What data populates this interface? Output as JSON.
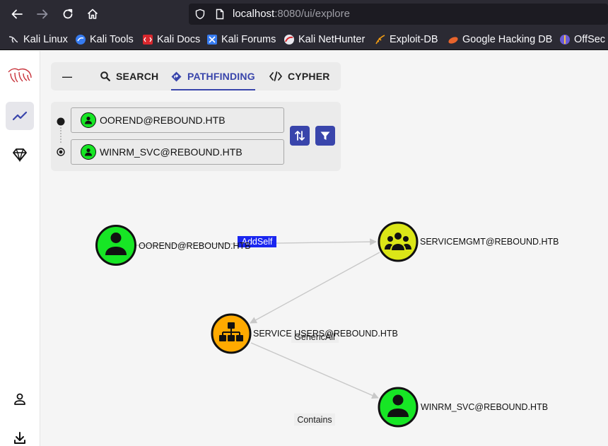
{
  "browser": {
    "url_host": "localhost",
    "url_rest": ":8080/ui/explore",
    "bookmarks": [
      {
        "label": "Kali Linux",
        "icon": "kali-dragon-icon"
      },
      {
        "label": "Kali Tools",
        "icon": "kali-tools-icon"
      },
      {
        "label": "Kali Docs",
        "icon": "kali-docs-icon"
      },
      {
        "label": "Kali Forums",
        "icon": "kali-forums-icon"
      },
      {
        "label": "Kali NetHunter",
        "icon": "nethunter-icon"
      },
      {
        "label": "Exploit-DB",
        "icon": "exploit-db-icon"
      },
      {
        "label": "Google Hacking DB",
        "icon": "ghdb-icon"
      },
      {
        "label": "OffSec",
        "icon": "offsec-icon"
      }
    ]
  },
  "tabs": {
    "collapse": "—",
    "search": "SEARCH",
    "pathfinding": "PATHFINDING",
    "cypher": "CYPHER"
  },
  "pathfinding": {
    "start_node": "OOREND@REBOUND.HTB",
    "end_node": "WINRM_SVC@REBOUND.HTB"
  },
  "graph": {
    "nodes": [
      {
        "label": "OOREND@REBOUND.HTB",
        "type": "user",
        "color": "#17e625"
      },
      {
        "label": "SERVICEMGMT@REBOUND.HTB",
        "type": "group",
        "color": "#dbe617"
      },
      {
        "label": "SERVICE USERS@REBOUND.HTB",
        "type": "ou",
        "color": "#ffaa00"
      },
      {
        "label": "WINRM_SVC@REBOUND.HTB",
        "type": "user",
        "color": "#17e625"
      }
    ],
    "edges": [
      {
        "label": "AddSelf",
        "highlighted": true
      },
      {
        "label": "GenericAll",
        "highlighted": false
      },
      {
        "label": "Contains",
        "highlighted": false
      }
    ]
  },
  "colors": {
    "accent": "#3945ab",
    "user_node": "#17e625",
    "group_node": "#dbe617",
    "ou_node": "#ffaa00",
    "edge_highlight": "#1a26f0"
  }
}
